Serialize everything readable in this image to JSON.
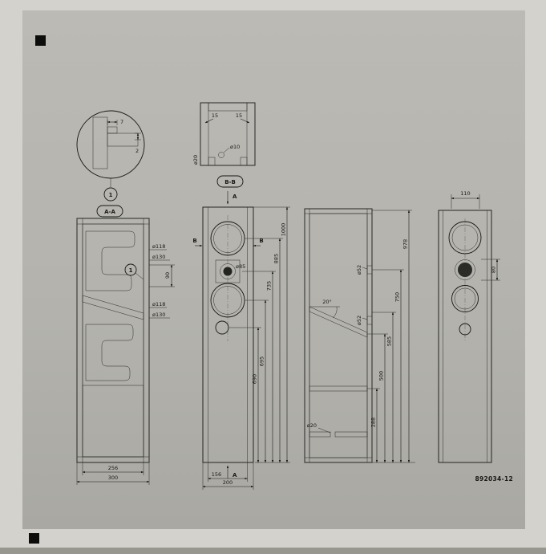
{
  "drawing": {
    "code": "892034-12"
  },
  "labels": {
    "section_aa": "A-A",
    "section_bb": "B-B",
    "cut_a": "A",
    "cut_b": "B",
    "detail_ref": "1"
  },
  "detail": {
    "marker": "1",
    "width": "7",
    "depth": "2"
  },
  "bb_view": {
    "wall_left": "15",
    "wall_right": "15",
    "hole": "ø10",
    "edge_hole": "ø20"
  },
  "aa_view": {
    "inner_width": "256",
    "outer_width": "300",
    "upper_cutout": "ø118",
    "upper_recess": "ø130",
    "hole_gap": "90",
    "lower_cutout": "ø118",
    "lower_recess": "ø130"
  },
  "front_view": {
    "inner_width": "156",
    "outer_width": "200",
    "tweeter_dia": "ø85",
    "dim_port": "690",
    "dim_lower_woofer": "695",
    "dim_tweeter": "735",
    "dim_upper_woofer": "885",
    "dim_total_height": "1000"
  },
  "side_view": {
    "angle": "20°",
    "upper_hole": "ø52",
    "lower_hole": "ø52",
    "dim_shelf": "288",
    "dim_brace_low": "500",
    "dim_brace_high": "585",
    "dim_upper_hole": "750",
    "dim_inner_top": "978",
    "bottom_hole": "ø20"
  },
  "rear_view": {
    "top_width": "110",
    "tweeter_dim": "80"
  }
}
